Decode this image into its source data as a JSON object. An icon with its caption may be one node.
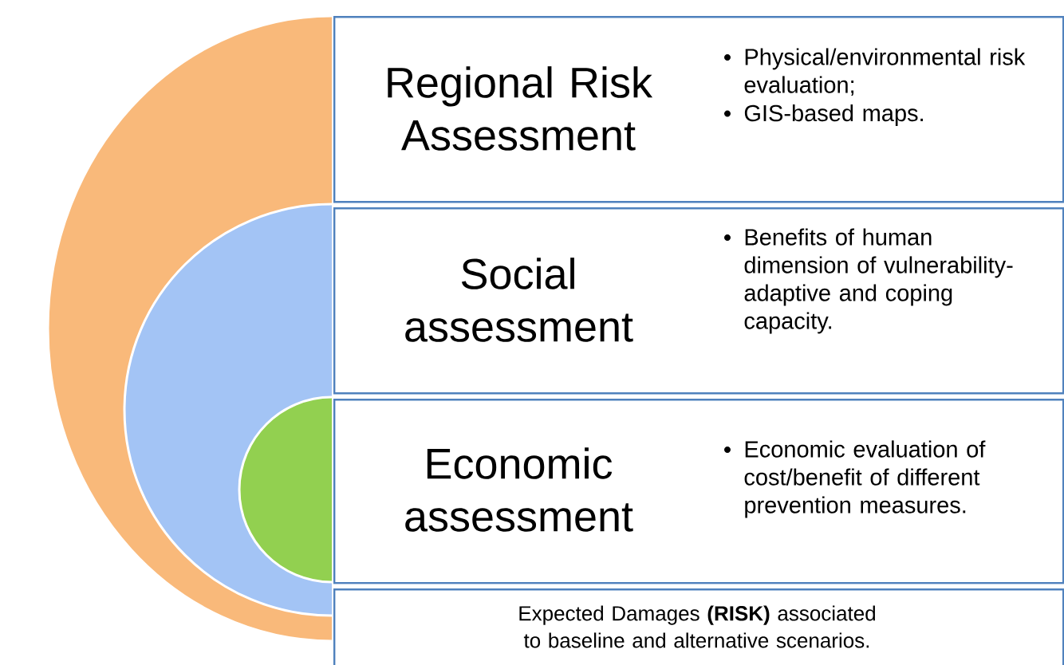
{
  "diagram": {
    "nodes": [
      {
        "text": [
          "Regional Risk Assessment",
          "Physical/environmental risk evaluation;",
          "GIS-based maps."
        ]
      },
      {
        "text": [
          "Social assessment",
          "Benefits of human dimension of vulnerability- adaptive and coping  capacity."
        ]
      },
      {
        "text": [
          "Economic assessment",
          "Economic evaluation of cost/benefit of different prevention measures."
        ]
      },
      {
        "text": [
          "Expected Damages **(RISK)** associated to baseline and alternative scenarios."
        ]
      }
    ]
  }
}
